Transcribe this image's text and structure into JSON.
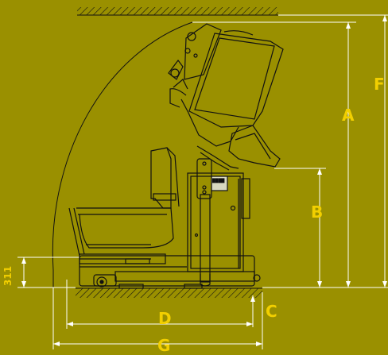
{
  "dimension_labels": {
    "a": "A",
    "b": "B",
    "c": "C",
    "d": "D",
    "f": "F",
    "g": "G",
    "height_311": "311"
  },
  "colors": {
    "background": "#9a9000",
    "dimension_text": "#f2cf00",
    "lines": "#ffffff",
    "machine_outline": "#111111"
  }
}
